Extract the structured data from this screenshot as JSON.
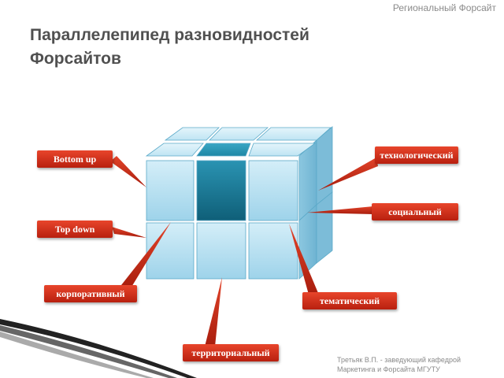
{
  "header": {
    "tag": "Региональный Форсайт"
  },
  "title": "Параллелепипед разновидностей Форсайтов",
  "labels": {
    "bottom_up": "Bottom up",
    "top_down": "Top down",
    "corporate": "корпоративный",
    "territorial": "территориальный",
    "thematic": "тематический",
    "technological": "технологический",
    "social": "социальный"
  },
  "footer": {
    "line1": "Третьяк В.П. - заведующий кафедрой",
    "line2": "Маркетинга и Форсайта МГУТУ"
  },
  "colors": {
    "label_red": "#d4321c",
    "cube_light": "#b8e0f0",
    "cube_highlight": "#1a7c98"
  }
}
